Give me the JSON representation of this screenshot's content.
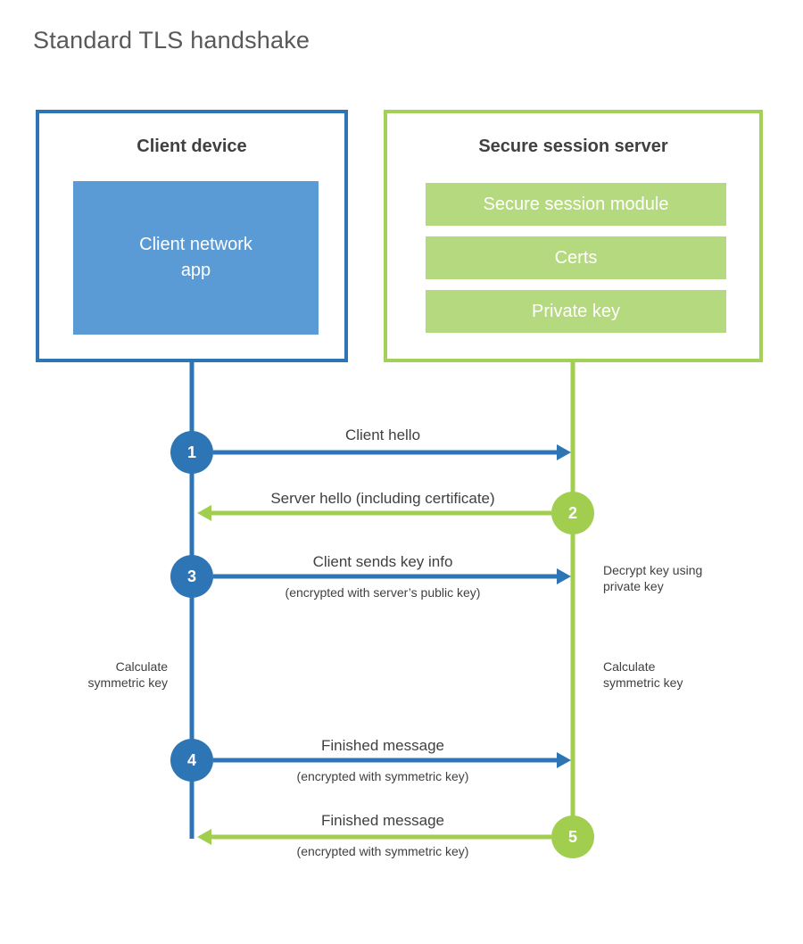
{
  "title": "Standard TLS handshake",
  "colors": {
    "blue": "#2e75b6",
    "light_blue": "#5b9bd5",
    "green": "#a1ce4f",
    "light_green": "#b5d97e",
    "text_dark": "#404040",
    "title_gray": "#58595b"
  },
  "client": {
    "title": "Client device",
    "app_label": "Client network\napp"
  },
  "server": {
    "title": "Secure session server",
    "modules": [
      "Secure session module",
      "Certs",
      "Private key"
    ]
  },
  "steps": [
    {
      "number": "1",
      "label": "Client hello",
      "sublabel": "",
      "from": "client",
      "to": "server"
    },
    {
      "number": "2",
      "label": "Server hello (including certificate)",
      "sublabel": "",
      "from": "server",
      "to": "client"
    },
    {
      "number": "3",
      "label": "Client sends key info",
      "sublabel": "(encrypted with server’s public key)",
      "from": "client",
      "to": "server"
    },
    {
      "number": "4",
      "label": "Finished message",
      "sublabel": "(encrypted with symmetric key)",
      "from": "client",
      "to": "server"
    },
    {
      "number": "5",
      "label": "Finished message",
      "sublabel": "(encrypted with symmetric key)",
      "from": "server",
      "to": "client"
    }
  ],
  "notes": {
    "decrypt": "Decrypt key using\nprivate key",
    "calc_left": "Calculate\nsymmetric key",
    "calc_right": "Calculate\nsymmetric key"
  }
}
